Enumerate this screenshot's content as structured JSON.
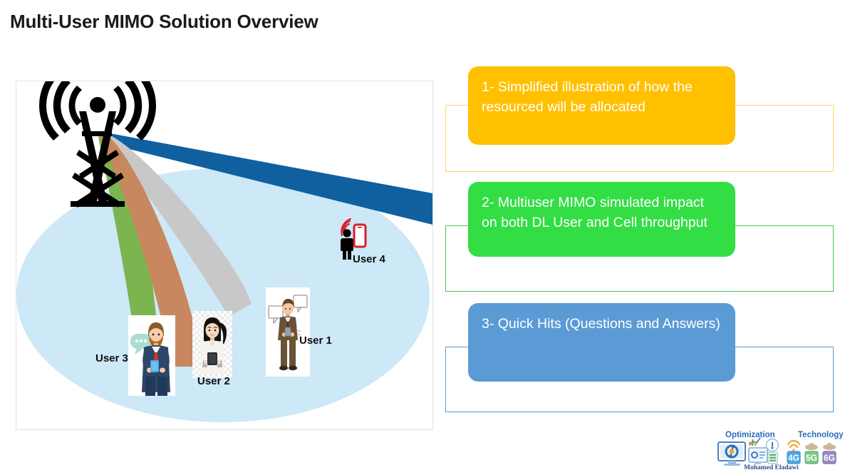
{
  "slide": {
    "title": "Multi-User MIMO Solution Overview"
  },
  "diagram": {
    "name": "mu-mimo-coverage-illustration",
    "tower": {
      "label": "cell-tower",
      "color": "#000000"
    },
    "coverage_area": {
      "label": "coverage-ellipse",
      "color": "#cde8f7"
    },
    "beams": [
      {
        "name": "beam-user-3",
        "color": "#7cb550",
        "target": "User 3"
      },
      {
        "name": "beam-user-2",
        "color": "#c8875e",
        "target": "User 2"
      },
      {
        "name": "beam-user-1",
        "color": "#c8c8c8",
        "target": "User 1"
      },
      {
        "name": "beam-user-4",
        "color": "#1060a0",
        "target": "User 4"
      }
    ],
    "users": [
      {
        "id": "user-1",
        "label": "User 1",
        "description": "man in brown suit with two speech bubbles holding phone"
      },
      {
        "id": "user-2",
        "label": "User 2",
        "description": "woman with ponytail in white shirt holding smartphone"
      },
      {
        "id": "user-3",
        "label": "User 3",
        "description": "bearded man in navy suit with chat bubble holding phone"
      },
      {
        "id": "user-4",
        "label": "User 4",
        "description": "black silhouette person with signal waves and red phone"
      }
    ]
  },
  "agenda": {
    "items": [
      {
        "number": "1",
        "text": "1- Simplified illustration of how the resourced will be allocated",
        "color": "#FFC000",
        "outline_color": "#ffd566"
      },
      {
        "number": "2",
        "text": "2- Multiuser MIMO simulated impact on both DL User and Cell throughput",
        "color": "#33DD44",
        "outline_color": "#46c655"
      },
      {
        "number": "3",
        "text": "3- Quick Hits (Questions and Answers)",
        "color": "#5B9BD5",
        "outline_color": "#5b9bd5"
      }
    ]
  },
  "footer": {
    "optimization_label": "Optimization",
    "technology_label": "Technology",
    "author": "Mohamed Eladawi",
    "badges": [
      {
        "label": "4G",
        "color": "#4aa7e0"
      },
      {
        "label": "5G",
        "color": "#7fc98a"
      },
      {
        "label": "6G",
        "color": "#9a8bc4"
      }
    ],
    "brand_color": "#2b6cb8"
  }
}
